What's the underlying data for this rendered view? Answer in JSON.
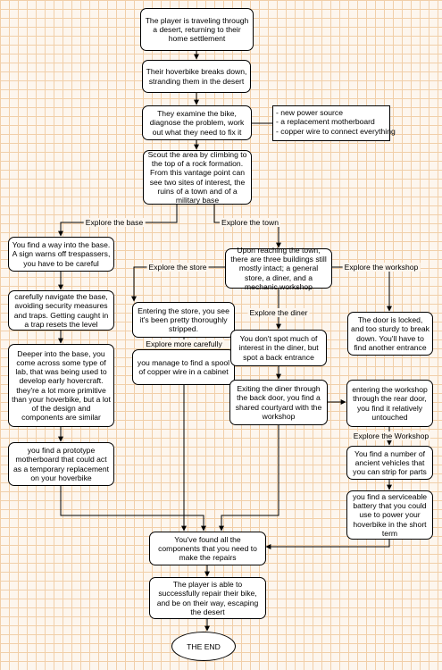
{
  "nodes": {
    "start": "The player is traveling through a desert, returning to their home settlement",
    "breakdown": "Their hoverbike breaks down, stranding them in the desert",
    "examine": "They examine the bike, diagnose the problem, work out what they need to fix it",
    "scout": "Scout the area by climbing to the top of a rock formation. From this vantage point can see two sites of interest, the ruins of a town and of a military base",
    "base_way": "You find a way into the base. A sign warns off trespassers, you have to be careful",
    "base_nav": "carefully navigate the base, avoiding security measures and traps. Getting caught in a trap resets the level",
    "base_lab": "Deeper into the base, you come across some type of lab, that was being used to develop early hovercraft. they're a lot more primitive than your hoverbike, but a lot of the design and components are similar",
    "base_mobo": "you find a prototype motherboard that could act as a temporary replacement on your hoverbike",
    "town": "Upon reaching the town, there are three buildings still mostly intact; a general store, a diner, and a mechanic workshop",
    "store_enter": "Entering the store, you see it's been pretty thoroughly stripped.",
    "store_wire": "you manage to find a spool of copper wire in a cabinet",
    "diner_enter": "You don't spot much of interest in the diner, but spot a back entrance",
    "diner_exit": "Exiting the diner through the back door, you find a shared courtyard with the workshop",
    "workshop_locked": "The door is locked, and too sturdy to break down. You'll have to find another entrance",
    "workshop_rear": "entering the workshop through the rear door, you find it relatively untouched",
    "vehicles": "You find a number of ancient vehicles that you can strip for parts",
    "battery": "you find a serviceable battery that you could use to power your hoverbike in the short term",
    "found_all": "You've found all the components that you need to make the repairs",
    "repair": "The player is able to successfully repair their bike, and be on their way, escaping the desert",
    "end": "THE END"
  },
  "note": {
    "items": [
      "- new power source",
      "- a replacement motherboard",
      "- copper wire to connect everything"
    ]
  },
  "edge_labels": {
    "explore_base": "Explore the base",
    "explore_town": "Explore the town",
    "explore_store": "Explore the store",
    "explore_workshop": "Explore the workshop",
    "explore_diner": "Explore the diner",
    "explore_more": "Explore more carefully",
    "explore_workshop2": "Explore the Workshop"
  }
}
